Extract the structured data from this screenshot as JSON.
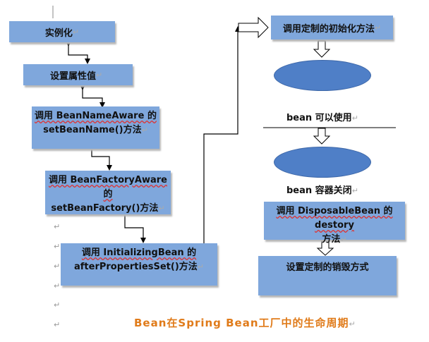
{
  "left_steps": {
    "s1": "实例化",
    "s2": "设置属性值",
    "s3_line1": "调用 BeanNameAware 的",
    "s3_line2": "setBeanName()方法",
    "s4_line1": "调用 BeanFactoryAware 的",
    "s4_line2": "setBeanFactory()方法",
    "s5_line1": "调用 InitializingBean 的",
    "s5_line2": "afterPropertiesSet()方法"
  },
  "right_steps": {
    "r1": "调用定制的初始化方法",
    "r2": "bean 可以使用",
    "r3": "bean 容器关闭",
    "r4_line1": "调用 DisposableBean 的 destory",
    "r4_line2": "方法",
    "r5": "设置定制的销毁方式"
  },
  "caption": "Bean在Spring Bean工厂中的生命周期",
  "return_mark": "↵",
  "colors": {
    "box_fill": "#7fa7dc",
    "ellipse_fill": "#4f7fc7",
    "caption": "#e07b1a"
  }
}
